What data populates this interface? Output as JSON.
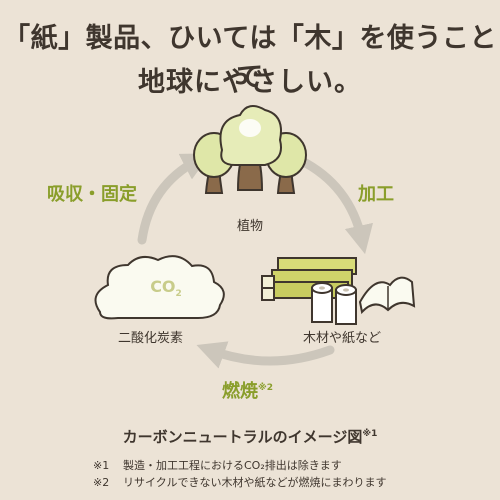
{
  "headline": {
    "line1": "「紙」製品、ひいては「木」を使うことで",
    "line2": "地球にやさしい。"
  },
  "cycle": {
    "absorb_label": "吸収・固定",
    "process_label": "加工",
    "burn_label": "燃焼",
    "burn_note_mark": "※2",
    "plant_label": "植物",
    "products_label": "木材や紙など",
    "co2_label": "二酸化炭素",
    "co2_text": "CO",
    "co2_sub": "2"
  },
  "caption": {
    "title": "カーボンニュートラルのイメージ図",
    "note_mark": "※1"
  },
  "notes": [
    {
      "mark": "※1",
      "text": "製造・加工工程におけるCO₂排出は除きます"
    },
    {
      "mark": "※2",
      "text": "リサイクルできない木材や紙などが燃焼にまわります"
    }
  ],
  "colors": {
    "background": "#ece3d6",
    "accent_green": "#8a9e2b",
    "arrow_gray": "#ccc6bb",
    "tree_green": "#dfe7a8"
  }
}
